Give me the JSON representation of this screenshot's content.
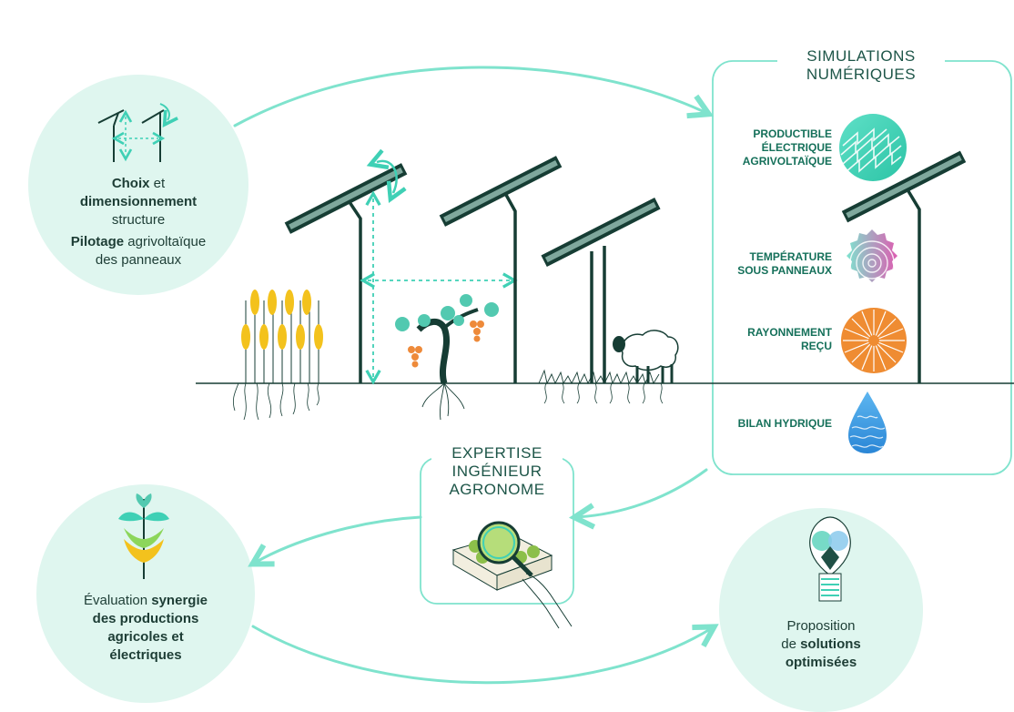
{
  "circle_structure": {
    "line1_bold": "Choix",
    "line1_rest": " et",
    "line2_bold": "dimensionnement",
    "line3": "structure",
    "line4_bold": "Pilotage",
    "line4_rest": " agrivoltaïque",
    "line5": "des panneaux"
  },
  "simulations": {
    "title_line1": "SIMULATIONS",
    "title_line2": "NUMÉRIQUES",
    "items": [
      {
        "line1": "PRODUCTIBLE",
        "line2": "ÉLECTRIQUE",
        "line3": "AGRIVOLTAÏQUE",
        "icon": "electric-production-icon"
      },
      {
        "line1": "TEMPÉRATURE",
        "line2": "SOUS PANNEAUX",
        "icon": "temperature-icon"
      },
      {
        "line1": "RAYONNEMENT",
        "line2": "REÇU",
        "icon": "radiation-icon"
      },
      {
        "line1": "BILAN HYDRIQUE",
        "icon": "water-drop-icon"
      }
    ]
  },
  "expertise": {
    "line1": "EXPERTISE",
    "line2": "INGÉNIEUR",
    "line3": "AGRONOME"
  },
  "circle_evaluation": {
    "line1_rest": "Évaluation ",
    "line1_bold": "synergie",
    "line2_bold": "des productions",
    "line3_bold": "agricoles et",
    "line4_bold": "électriques"
  },
  "circle_proposition": {
    "line1": "Proposition",
    "line2_rest": "de ",
    "line2_bold": "solutions",
    "line3_bold": "optimisées"
  },
  "colors": {
    "mint_circle": "#dff6ef",
    "arrow_teal": "#7fe3cd",
    "dark_green": "#163d34",
    "wheat_yellow": "#f3c21d",
    "grape_orange": "#ee8a3a",
    "water_blue": "#3f9ee0"
  }
}
